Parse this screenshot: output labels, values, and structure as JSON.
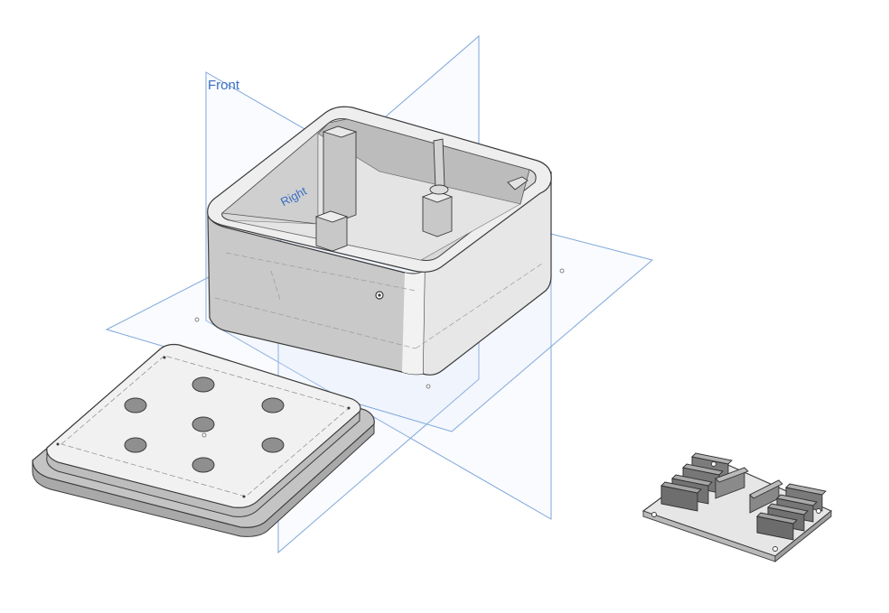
{
  "viewport": {
    "planes": [
      {
        "id": "front",
        "label": "Front"
      },
      {
        "id": "right",
        "label": "Right"
      },
      {
        "id": "top",
        "label": ""
      }
    ],
    "bodies": [
      "enclosure-box",
      "base-lid",
      "header-pcb"
    ]
  },
  "colors": {
    "plane_stroke": "#6f9fd8",
    "plane_fill": "#dce9f8",
    "plane_label": "#3b6fc4",
    "body_light": "#f0f0f0",
    "body_mid": "#d7d7d7",
    "body_dark": "#a8a8a8",
    "edge": "#3a3a3a"
  }
}
